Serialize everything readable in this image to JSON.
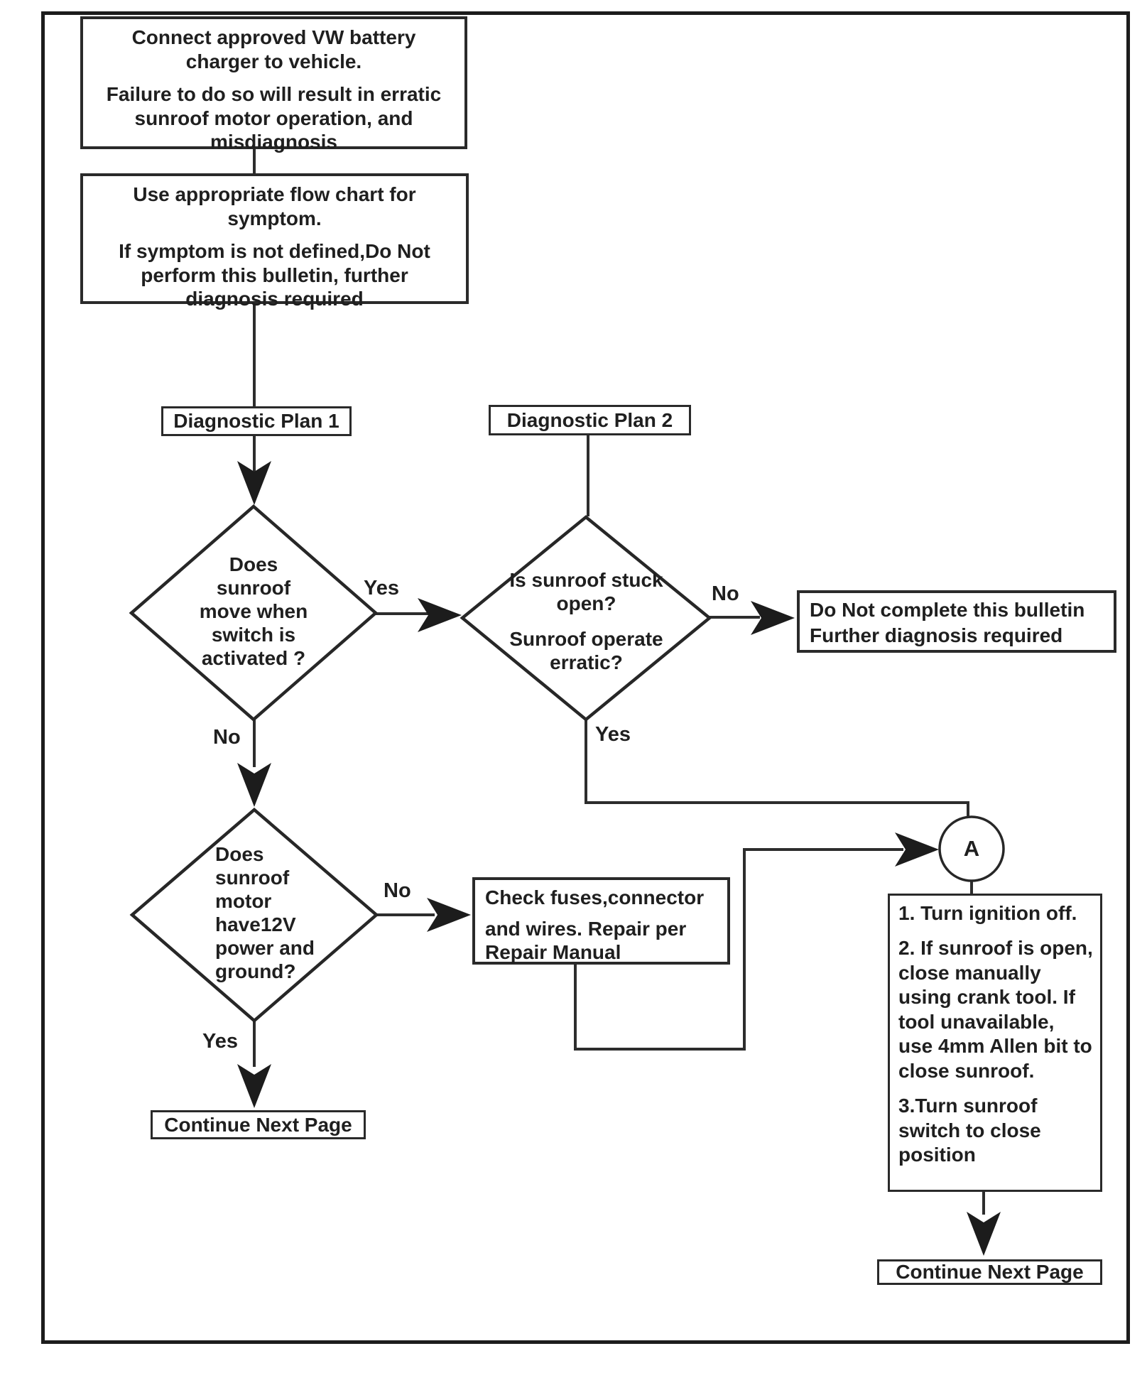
{
  "flowchart": {
    "boxes": {
      "battery": {
        "p1": "Connect approved VW battery charger to vehicle.",
        "p2": "Failure to do so will result in erratic sunroof motor operation, and misdiagnosis"
      },
      "symptom": {
        "p1": "Use appropriate flow chart for symptom.",
        "p2": "If symptom is not defined,Do Not perform this bulletin, further diagnosis required"
      },
      "plan1": "Diagnostic Plan 1",
      "plan2": "Diagnostic Plan 2",
      "do_not": {
        "l1": "Do Not complete this bulletin",
        "l2": "Further diagnosis required"
      },
      "check_fuses": {
        "p1": "Check fuses,connector",
        "p2": "and wires. Repair per Repair Manual"
      },
      "steps": {
        "s1": "1. Turn ignition off.",
        "s2": "2. If sunroof is open, close manually using crank tool. If tool unavailable, use 4mm Allen bit to close sunroof.",
        "s3": "3.Turn sunroof switch to close position"
      },
      "continue_left": "Continue Next Page",
      "continue_right": "Continue Next Page",
      "connector_a": "A"
    },
    "decisions": {
      "move": {
        "l1": "Does",
        "l2": "sunroof",
        "l3": "move when",
        "l4": "switch is",
        "l5": "activated ?"
      },
      "stuck": {
        "p1": "Is sunroof stuck open?",
        "p2": "Sunroof operate erratic?"
      },
      "power": {
        "l1": "Does",
        "l2": "sunroof",
        "l3": "motor",
        "l4": "have12V",
        "l5": "power and",
        "l6": "ground?"
      }
    },
    "labels": {
      "yes_move": "Yes",
      "no_move": "No",
      "no_stuck": "No",
      "yes_stuck": "Yes",
      "no_power": "No",
      "yes_power": "Yes"
    },
    "colors": {
      "ink": "#1f1f1f",
      "line": "#2d2d2d",
      "background": "#ffffff"
    }
  }
}
